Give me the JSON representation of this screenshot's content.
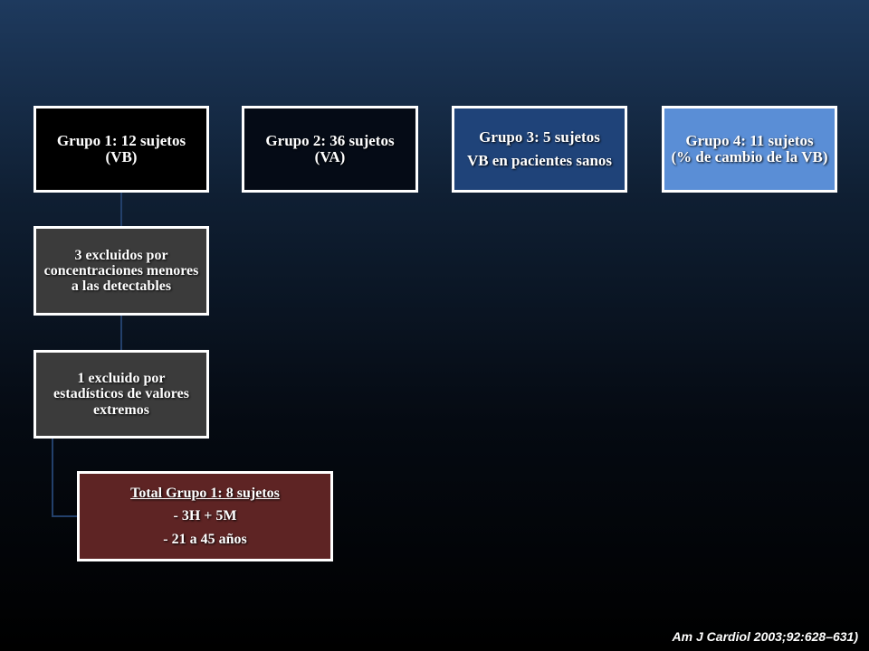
{
  "groups": [
    {
      "lines": [
        "Grupo 1: 12 sujetos",
        "(VB)"
      ]
    },
    {
      "lines": [
        "Grupo 2: 36 sujetos",
        "(VA)"
      ]
    },
    {
      "lines": [
        "Grupo 3: 5 sujetos",
        "VB en pacientes sanos"
      ]
    },
    {
      "lines": [
        "Grupo 4: 11 sujetos",
        "(% de cambio de la VB)"
      ]
    }
  ],
  "exclusions": [
    {
      "text": "3 excluidos por concentraciones menores a las detectables"
    },
    {
      "text": "1 excluido por estadísticos de valores extremos"
    }
  ],
  "total": {
    "title": "Total Grupo 1: 8 sujetos",
    "detail_1": "- 3H + 5M",
    "detail_2": "- 21 a 45 años"
  },
  "citation": "Am J Cardiol 2003;92:628–631)",
  "colors": {
    "group1": "#000000",
    "group2": "#050b16",
    "group3": "#1f4379",
    "group4": "#5a8ed6",
    "exclusion": "#3b3b3b",
    "total": "#5e2424",
    "connector": "#23406b"
  }
}
